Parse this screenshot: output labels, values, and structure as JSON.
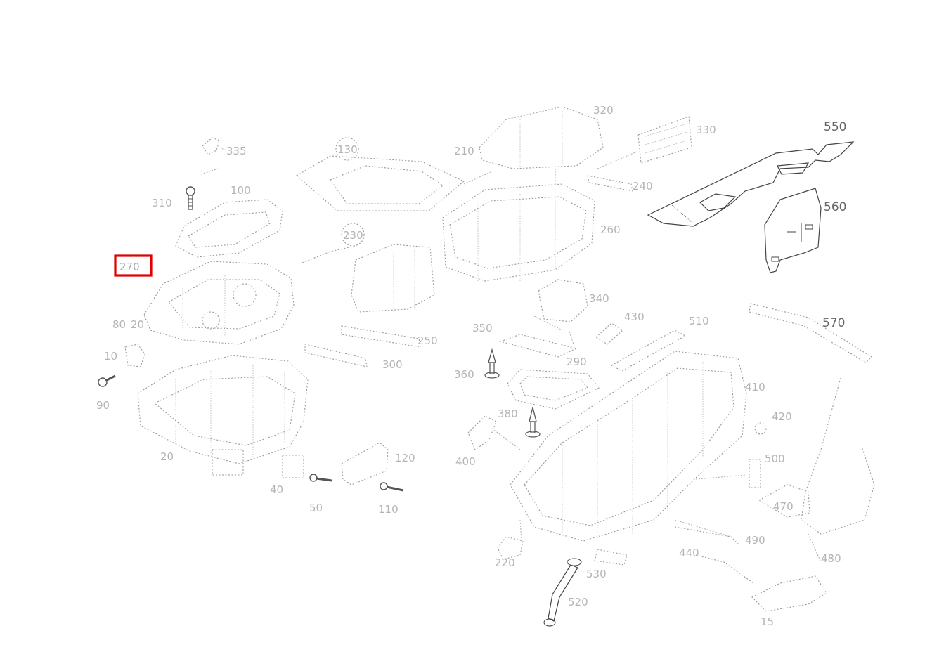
{
  "diagram": {
    "accent_color": "#e00000",
    "selected_callout": "270",
    "callouts": [
      {
        "id": "335",
        "label": "335",
        "emph": false
      },
      {
        "id": "100",
        "label": "100",
        "emph": false
      },
      {
        "id": "310",
        "label": "310",
        "emph": false
      },
      {
        "id": "270",
        "label": "270",
        "emph": false
      },
      {
        "id": "20b",
        "label": "20",
        "emph": false
      },
      {
        "id": "80",
        "label": "80",
        "emph": false
      },
      {
        "id": "10",
        "label": "10",
        "emph": false
      },
      {
        "id": "90",
        "label": "90",
        "emph": false
      },
      {
        "id": "20",
        "label": "20",
        "emph": false
      },
      {
        "id": "40",
        "label": "40",
        "emph": false
      },
      {
        "id": "50",
        "label": "50",
        "emph": false
      },
      {
        "id": "120",
        "label": "120",
        "emph": false
      },
      {
        "id": "130",
        "label": "130",
        "emph": false
      },
      {
        "id": "300",
        "label": "300",
        "emph": false
      },
      {
        "id": "230",
        "label": "230",
        "emph": false
      },
      {
        "id": "250",
        "label": "250",
        "emph": false
      },
      {
        "id": "260",
        "label": "260",
        "emph": false
      },
      {
        "id": "110",
        "label": "110",
        "emph": false
      },
      {
        "id": "210",
        "label": "210",
        "emph": false
      },
      {
        "id": "320",
        "label": "320",
        "emph": false
      },
      {
        "id": "330",
        "label": "330",
        "emph": false
      },
      {
        "id": "240",
        "label": "240",
        "emph": false
      },
      {
        "id": "340",
        "label": "340",
        "emph": false
      },
      {
        "id": "350",
        "label": "350",
        "emph": false
      },
      {
        "id": "360",
        "label": "360",
        "emph": false
      },
      {
        "id": "510",
        "label": "510",
        "emph": false
      },
      {
        "id": "550",
        "label": "550",
        "emph": true
      },
      {
        "id": "560",
        "label": "560",
        "emph": true
      },
      {
        "id": "570",
        "label": "570",
        "emph": false
      },
      {
        "id": "380",
        "label": "380",
        "emph": false
      },
      {
        "id": "290",
        "label": "290",
        "emph": false
      },
      {
        "id": "410",
        "label": "410",
        "emph": false
      },
      {
        "id": "420",
        "label": "420",
        "emph": false
      },
      {
        "id": "400",
        "label": "400",
        "emph": false
      },
      {
        "id": "500",
        "label": "500",
        "emph": false
      },
      {
        "id": "220",
        "label": "220",
        "emph": false
      },
      {
        "id": "430",
        "label": "430",
        "emph": false
      },
      {
        "id": "470",
        "label": "470",
        "emph": false
      },
      {
        "id": "440",
        "label": "440",
        "emph": false
      },
      {
        "id": "520",
        "label": "520",
        "emph": false
      },
      {
        "id": "530",
        "label": "530",
        "emph": false
      },
      {
        "id": "490",
        "label": "490",
        "emph": false
      },
      {
        "id": "480",
        "label": "480",
        "emph": false
      },
      {
        "id": "15",
        "label": "15",
        "emph": false
      }
    ]
  }
}
